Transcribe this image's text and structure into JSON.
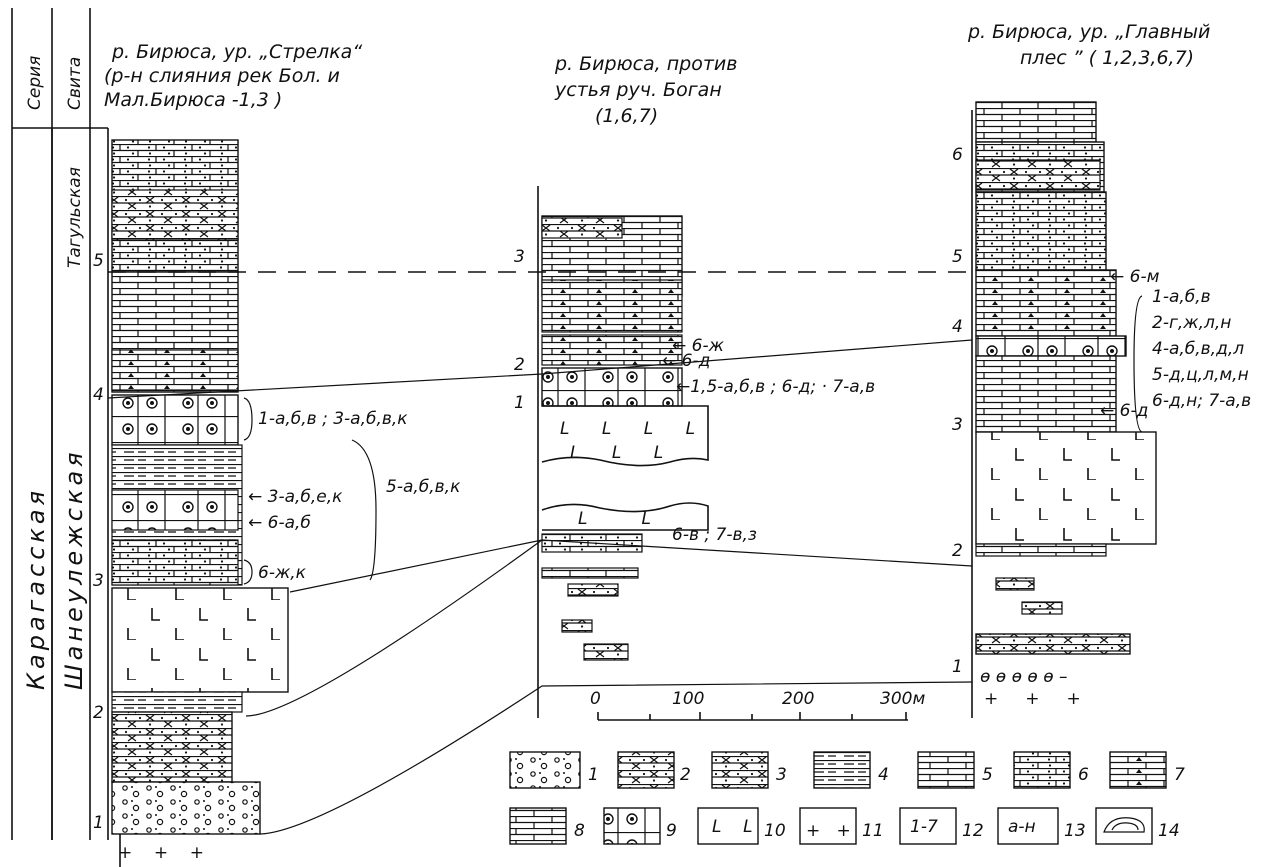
{
  "header": {
    "seria": "Серия",
    "svita": "Свита",
    "karagasskaya": "Карагасская",
    "tagulskaya": "Тагульская",
    "shaneulezhskaya": "Шанеулежская"
  },
  "columns": [
    {
      "title_lines": [
        "р. Бирюса, ур. „Стрелка“",
        "(р-н слияния рек Бол. и",
        "Мал.Бирюса -1,3 )"
      ]
    },
    {
      "title_lines": [
        "р. Бирюса, против",
        "устья руч. Боган",
        "(1,6,7)"
      ]
    },
    {
      "title_lines": [
        "р. Бирюса, ур. „Главный",
        "плес ” ( 1,2,3,6,7)"
      ]
    }
  ],
  "col1_numbers": [
    "5",
    "4",
    "3",
    "2",
    "1"
  ],
  "col2_numbers": [
    "3",
    "2",
    "1"
  ],
  "col3_numbers": [
    "6",
    "5",
    "4",
    "3",
    "2",
    "1"
  ],
  "col1_notes": {
    "n1": "1-а,б,в ; 3-а,б,в,к",
    "n2": "← 3-а,б,е,к",
    "n3": "← 6-а,б",
    "n4": "6-ж,к",
    "n5": "5-а,б,в,к"
  },
  "col2_notes": {
    "n1": "← 6-ж",
    "n2": "← 6-д",
    "n3": "←1,5-а,б,в ; 6-д; · 7-а,в",
    "n4": "6-в ; 7-в,з"
  },
  "col3_notes": {
    "m": "← 6-м",
    "list": [
      "1-а,б,в",
      "2-г,ж,л,н",
      "4-а,б,в,д,л",
      "5-д,ц,л,м,н",
      "6-д,н; 7-а,в"
    ],
    "d": "← 6-д"
  },
  "scale": {
    "ticks": [
      "0",
      "100",
      "200",
      "300м"
    ]
  },
  "legend": [
    {
      "num": "1",
      "pattern": "conglomerate"
    },
    {
      "num": "2",
      "pattern": "sandstone-cross"
    },
    {
      "num": "3",
      "pattern": "sandstone-x"
    },
    {
      "num": "4",
      "pattern": "shale"
    },
    {
      "num": "5",
      "pattern": "limestone"
    },
    {
      "num": "6",
      "pattern": "sandy-limestone"
    },
    {
      "num": "7",
      "pattern": "limestone-chert"
    },
    {
      "num": "8",
      "pattern": "dolomite"
    },
    {
      "num": "9",
      "pattern": "limestone-fossil"
    },
    {
      "num": "10",
      "pattern": "basalt"
    },
    {
      "num": "11",
      "pattern": "granite"
    },
    {
      "num": "12",
      "text": "1-7"
    },
    {
      "num": "13",
      "text": "а-н"
    },
    {
      "num": "14",
      "pattern": "stromatolite"
    }
  ]
}
